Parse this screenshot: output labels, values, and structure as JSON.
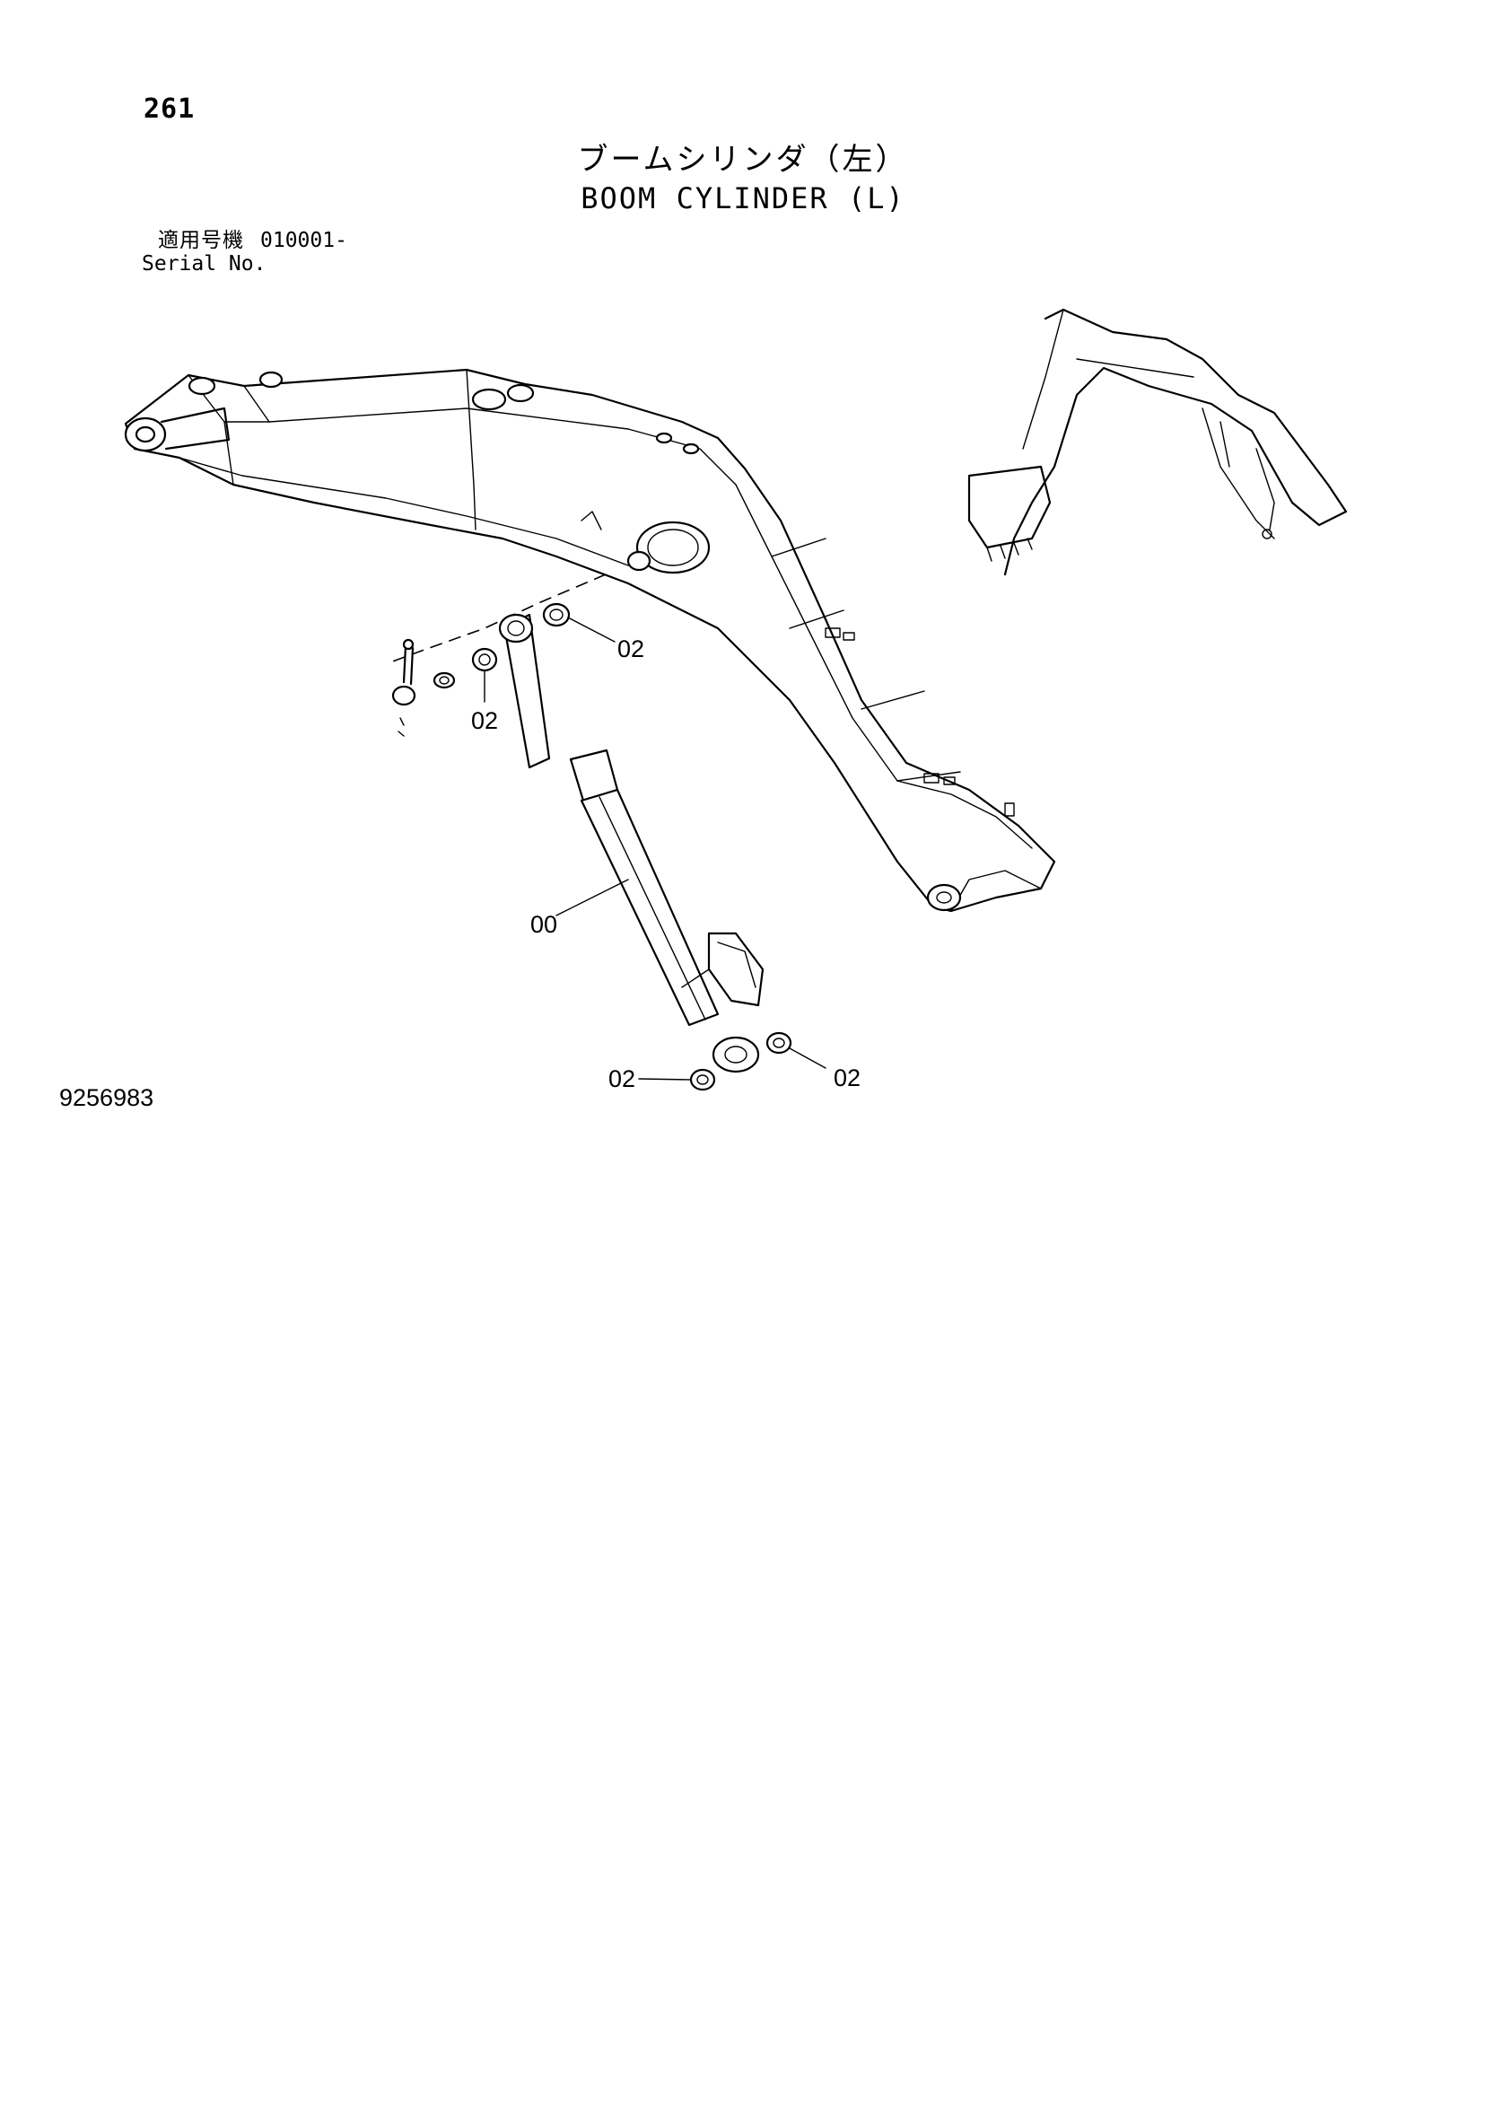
{
  "page": {
    "number": "261",
    "title_jp": "ブームシリンダ（左）",
    "title_en": "BOOM CYLINDER (L)",
    "serial_label_jp": "適用号機",
    "serial_value": "010001-",
    "serial_label_en": "Serial No.",
    "drawing_number": "9256983"
  },
  "diagram": {
    "callouts": [
      "02",
      "02",
      "00",
      "02",
      "02"
    ]
  }
}
